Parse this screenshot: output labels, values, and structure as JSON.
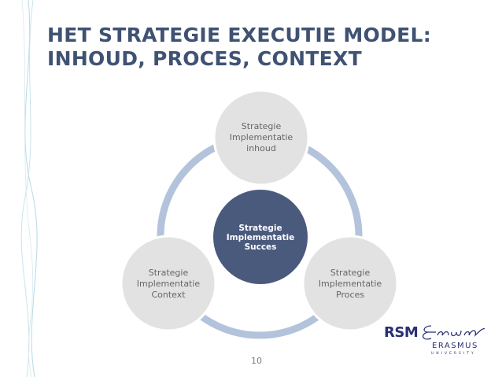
{
  "title": {
    "line1": "HET STRATEGIE EXECUTIE MODEL:",
    "line2": "INHOUD, PROCES, CONTEXT"
  },
  "diagram": {
    "center": {
      "line1": "Strategie",
      "line2": "Implementatie",
      "line3": "Succes"
    },
    "top": {
      "line1": "Strategie",
      "line2": "Implementatie",
      "line3": "inhoud"
    },
    "right": {
      "line1": "Strategie",
      "line2": "Implementatie",
      "line3": "Proces"
    },
    "left": {
      "line1": "Strategie",
      "line2": "Implementatie",
      "line3": "Context"
    }
  },
  "page_number": "10",
  "logo": {
    "rsm": "RSM",
    "erasmus": "ERASMUS",
    "university": "UNIVERSITY"
  },
  "colors": {
    "title": "#3f5273",
    "center_circle": "#4a5a7d",
    "outer_circle": "#e2e2e2",
    "cycle_ring": "#b3c3dc",
    "logo": "#2a2f73"
  }
}
